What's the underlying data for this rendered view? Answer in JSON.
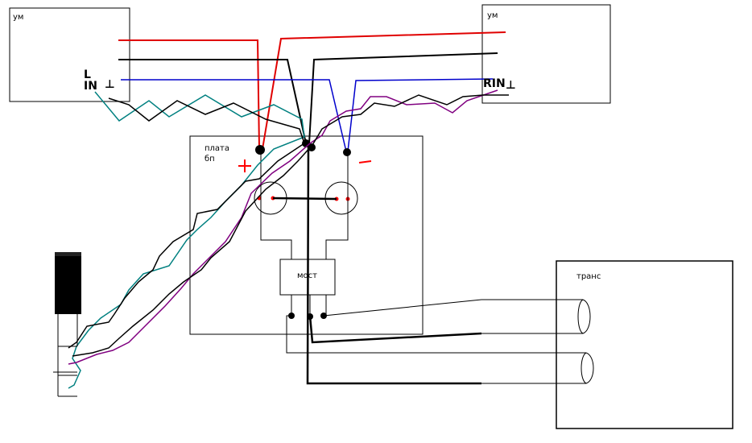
{
  "labels": {
    "amp_left": "ум",
    "amp_right": "ум",
    "board": "плата\nбп",
    "bridge": "мост",
    "transformer": "транс",
    "plus": "+",
    "minus": "-",
    "left_in": "L\nIN",
    "right_in": "RIN",
    "ground_left": "⊥",
    "ground_right": "⊥"
  },
  "colors": {
    "positive": "#e00000",
    "negative": "#0000cc",
    "ground": "#000000",
    "signal_left": "#008080",
    "signal_right": "#800080",
    "pad_dot": "#ff0000"
  }
}
